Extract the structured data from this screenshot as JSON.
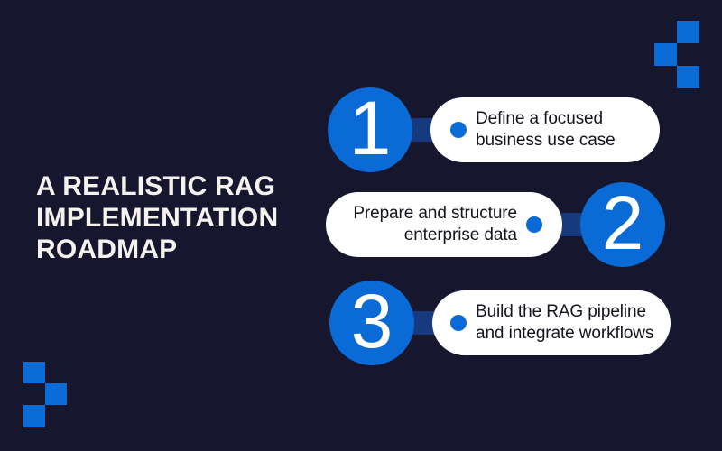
{
  "title": {
    "lines": [
      "A REALISTIC RAG",
      "IMPLEMENTATION",
      "ROADMAP"
    ]
  },
  "steps": [
    {
      "number": "1",
      "label": "Define a focused business use case"
    },
    {
      "number": "2",
      "label": "Prepare and structure enterprise data"
    },
    {
      "number": "3",
      "label": "Build the RAG pipeline and integrate workflows"
    }
  ],
  "icons": {
    "bullet_dot": "filled-circle-dot",
    "decoration": "pixel-squares"
  },
  "colors": {
    "background": "#16162f",
    "accent_blue": "#0a6ad6",
    "connector_blue": "#173a7e",
    "pill_bg": "#ffffff",
    "pill_text": "#14141e",
    "title_text": "#f5f2ee"
  }
}
